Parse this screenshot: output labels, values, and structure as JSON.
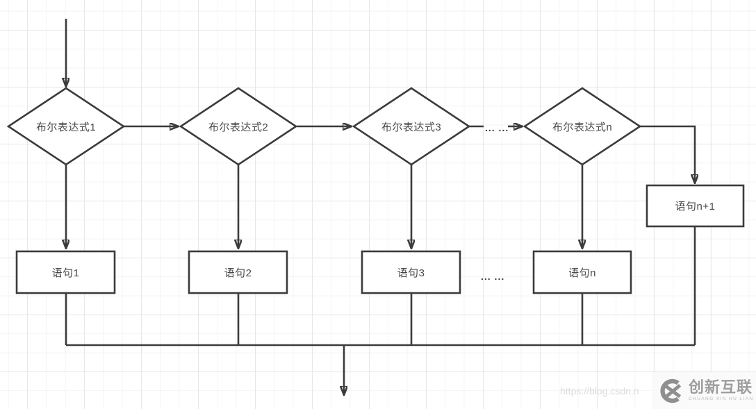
{
  "diagram": {
    "decisions": [
      {
        "label": "布尔表达式1"
      },
      {
        "label": "布尔表达式2"
      },
      {
        "label": "布尔表达式3"
      },
      {
        "label": "布尔表达式n"
      }
    ],
    "statements": [
      {
        "label": "语句1"
      },
      {
        "label": "语句2"
      },
      {
        "label": "语句3"
      },
      {
        "label": "语句n"
      }
    ],
    "side_statement": {
      "label": "语句n+1"
    },
    "ellipsis_top": "... ...",
    "ellipsis_bottom": "... ...",
    "colors": {
      "stroke": "#3b3b3b",
      "shape_fill": "#ffffff",
      "label_text": "#484848",
      "grid_minor": "#f4f4f4",
      "grid_major": "#e7e7e7"
    }
  },
  "watermark": {
    "url_text": "https://blog.csdn.n",
    "logo_text": "创新互联",
    "logo_subtext": "CHUANG XIN HU LIAN",
    "logo_color": "#8f8f8f"
  }
}
